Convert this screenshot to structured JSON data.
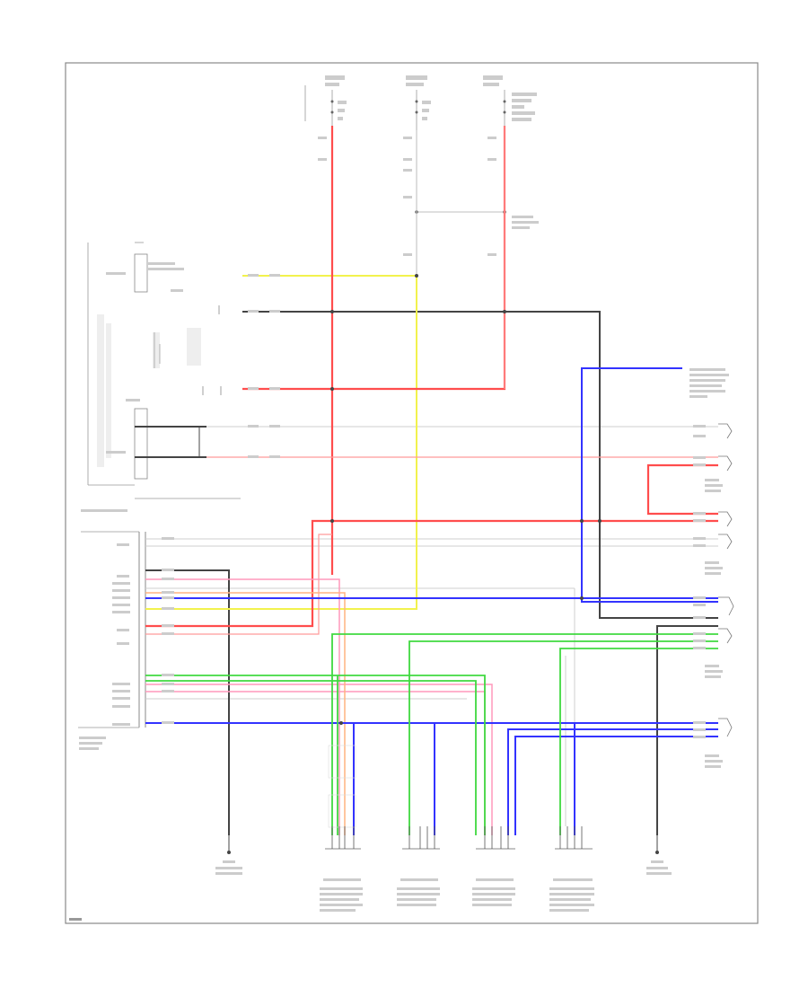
{
  "diagram": {
    "wire_colors": {
      "red": "#ff4d4d",
      "red_light": "#ff9a9a",
      "yellow": "#f2f24d",
      "blue": "#3333ff",
      "green": "#40d940",
      "black": "#444444",
      "pink": "#ff99bb",
      "orange": "#ffb380",
      "gray": "#bbbbbb",
      "frame": "#888888"
    },
    "components": [
      {
        "name": "fuse-top-left",
        "kind": "fuse"
      },
      {
        "name": "fuse-top-center",
        "kind": "fuse"
      },
      {
        "name": "fuse-top-right",
        "kind": "fuse"
      },
      {
        "name": "body-electrical-module",
        "kind": "module"
      },
      {
        "name": "control-module-left",
        "kind": "module"
      },
      {
        "name": "door-lock-actuator-1",
        "kind": "actuator"
      },
      {
        "name": "door-lock-actuator-2",
        "kind": "actuator"
      },
      {
        "name": "door-lock-actuator-3",
        "kind": "actuator"
      },
      {
        "name": "door-lock-actuator-4",
        "kind": "actuator"
      },
      {
        "name": "ground-left",
        "kind": "ground"
      },
      {
        "name": "ground-right",
        "kind": "ground"
      },
      {
        "name": "connector-bottom-1",
        "kind": "connector"
      },
      {
        "name": "connector-bottom-2",
        "kind": "connector"
      },
      {
        "name": "connector-bottom-3",
        "kind": "connector"
      },
      {
        "name": "connector-bottom-4",
        "kind": "connector"
      }
    ]
  }
}
